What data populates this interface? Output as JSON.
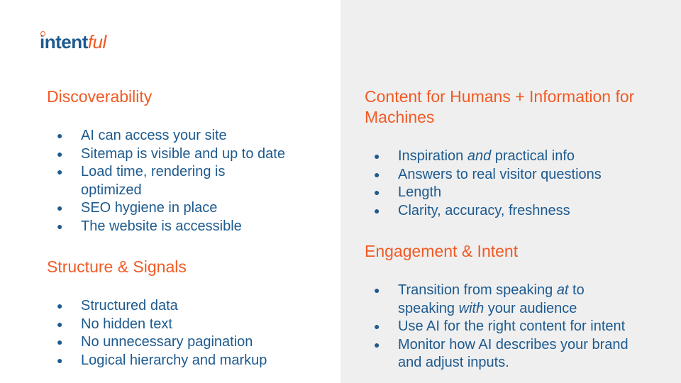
{
  "logo": {
    "part1": "intent",
    "part2": "ful"
  },
  "colors": {
    "accent": "#f15a24",
    "text": "#1d5a8e",
    "panel": "#efefef"
  },
  "left": {
    "discoverability": {
      "title": "Discoverability",
      "items": [
        "AI can access your site",
        "Sitemap is visible and up to date",
        "Load time, rendering is",
        "optimized",
        "SEO hygiene in place",
        "The website is accessible"
      ]
    },
    "structure": {
      "title": "Structure & Signals",
      "items": [
        "Structured data",
        "No hidden text",
        "No unnecessary pagination",
        "Logical hierarchy and markup"
      ]
    }
  },
  "right": {
    "content": {
      "title_line1": "Content for Humans + Information for",
      "title_line2": "Machines",
      "item1": {
        "pre": "Inspiration ",
        "em": "and",
        "post": " practical info"
      },
      "item2": "Answers to real visitor questions",
      "item3": "Length",
      "item4": "Clarity, accuracy, freshness"
    },
    "engagement": {
      "title": "Engagement & Intent",
      "item1": {
        "pre": "Transition from speaking ",
        "em": "at",
        "post": " to",
        "pre2": "speaking ",
        "em2": "with",
        "post2": " your audience"
      },
      "item2": "Use AI for the right content for intent",
      "item3": {
        "line1": "Monitor how AI describes your brand",
        "line2": "and adjust inputs."
      }
    }
  },
  "bullet": "●"
}
